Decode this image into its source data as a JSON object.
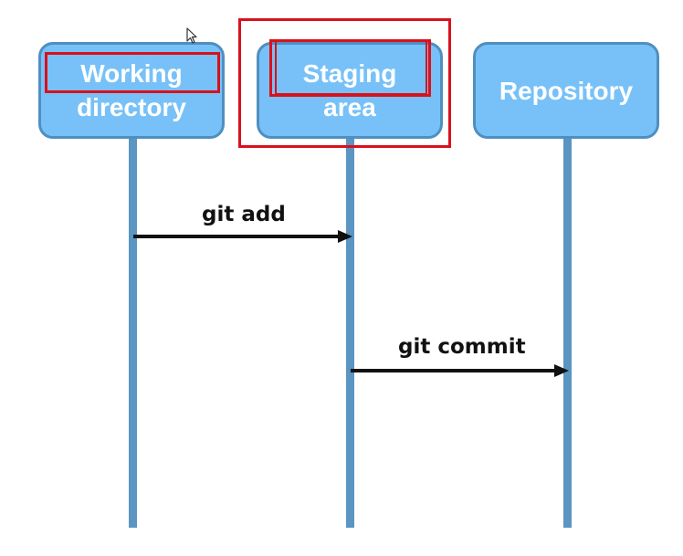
{
  "participants": [
    {
      "id": "working",
      "lines": [
        "Working",
        "directory"
      ]
    },
    {
      "id": "staging",
      "lines": [
        "Staging",
        "area"
      ]
    },
    {
      "id": "repository",
      "lines": [
        "Repository"
      ]
    }
  ],
  "messages": [
    {
      "from": "working",
      "to": "staging",
      "label": "git add"
    },
    {
      "from": "staging",
      "to": "repository",
      "label": "git commit"
    }
  ],
  "colors": {
    "box_fill": "#77c1f8",
    "box_border": "#4f8fc0",
    "lifeline": "#5b95c2",
    "arrow": "#111111",
    "highlight": "#d9111c"
  }
}
